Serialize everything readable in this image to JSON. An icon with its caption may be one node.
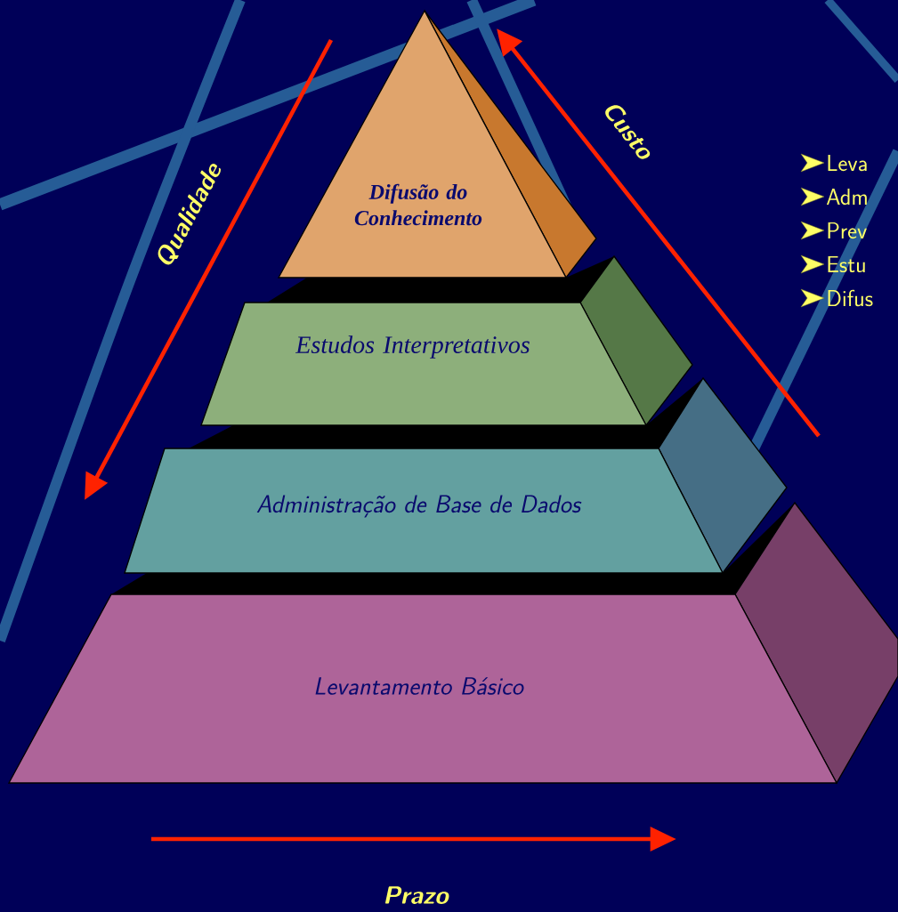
{
  "diagram": {
    "nodes": [
      {
        "text": [
          "Difusão do Conhecimento"
        ]
      },
      {
        "text": [
          "Estudos Interpretativos"
        ]
      },
      {
        "text": [
          "Administração de Base de Dados"
        ]
      },
      {
        "text": [
          "Levantamento Básico"
        ]
      }
    ],
    "edges": [],
    "labels": [
      "Qualidade",
      "Custo",
      "Leva",
      "Adm",
      "Prev",
      "Estu",
      "Difus",
      "Prazo"
    ]
  }
}
